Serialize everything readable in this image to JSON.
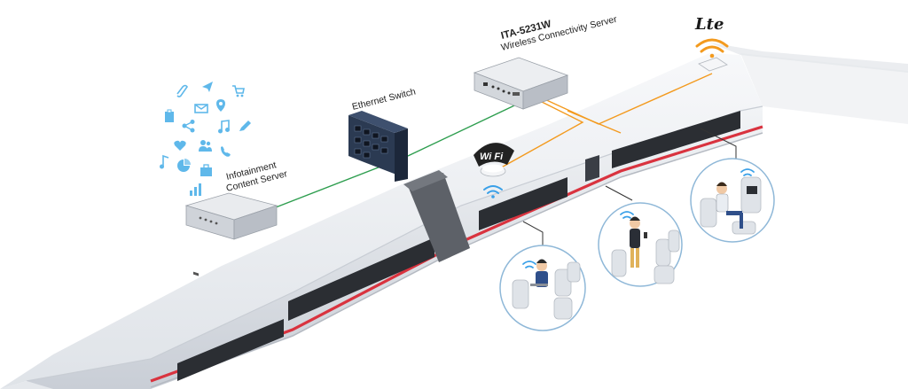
{
  "labels": {
    "server_model": "ITA-5231W",
    "server_desc": "Wireless Connectivity Server",
    "ethernet_switch": "Ethernet Switch",
    "infotainment_line1": "Infotainment",
    "infotainment_line2": "Content Server",
    "wifi": "Wi Fi",
    "lte": "Lte"
  },
  "icons": [
    "paperclip-icon",
    "send-icon",
    "cart-icon",
    "mail-icon",
    "location-pin-icon",
    "clipboard-icon",
    "share-icon",
    "music-note-icon",
    "pencil-icon",
    "heart-icon",
    "users-icon",
    "phone-icon",
    "music-note-icon",
    "pie-chart-icon",
    "briefcase-icon",
    "bar-chart-icon"
  ],
  "colors": {
    "ethernet_link": "#2e9e4f",
    "wireless_link": "#f39a1e",
    "icon_blue": "#5fb8ea",
    "wifi_signal": "#3aa0e8",
    "lte_orange": "#f39a1e",
    "train_stripe": "#d9333f",
    "train_body": "#eef0f3",
    "window": "#2b2e33"
  }
}
